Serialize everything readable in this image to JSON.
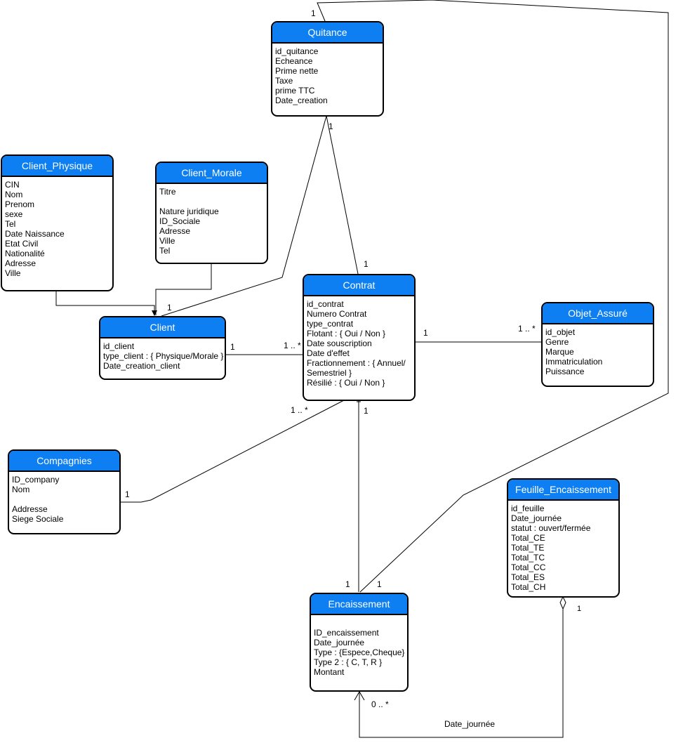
{
  "entities": {
    "quitance": {
      "title": "Quitance",
      "attrs": [
        "id_quitance",
        "Echeance",
        "Prime nette",
        "Taxe",
        "prime TTC",
        "Date_creation"
      ]
    },
    "client_physique": {
      "title": "Client_Physique",
      "attrs": [
        "CIN",
        "Nom",
        "Prenom",
        "sexe",
        "Tel",
        "Date Naissance",
        "Etat Civil",
        "Nationalité",
        "Adresse",
        "Ville"
      ]
    },
    "client_morale": {
      "title": "Client_Morale",
      "attrs": [
        "Titre",
        "",
        "Nature juridique",
        "ID_Sociale",
        "Adresse",
        "Ville",
        "Tel"
      ]
    },
    "contrat": {
      "title": "Contrat",
      "attrs": [
        "id_contrat",
        "Numero Contrat",
        "type_contrat",
        "Flotant : { Oui / Non }",
        "Date souscription",
        "Date d'effet",
        "Fractionnement : { Annuel/",
        "Semestriel }",
        "Résilié : { Oui / Non }"
      ]
    },
    "client": {
      "title": "Client",
      "attrs": [
        "id_client",
        "type_client : { Physique/Morale }",
        "Date_creation_client"
      ]
    },
    "objet_assure": {
      "title": "Objet_Assuré",
      "attrs": [
        "id_objet",
        "Genre",
        "Marque",
        "Immatriculation",
        "Puissance"
      ]
    },
    "compagnies": {
      "title": "Compagnies",
      "attrs": [
        "ID_company",
        "Nom",
        "",
        "Addresse",
        "Siege Sociale"
      ]
    },
    "feuille_encaissement": {
      "title": "Feuille_Encaissement",
      "attrs": [
        "id_feuille",
        "Date_journée",
        "statut : ouvert/fermée",
        "Total_CE",
        "Total_TE",
        "Total_TC",
        "Total_CC",
        "Total_ES",
        "Total_CH"
      ]
    },
    "encaissement": {
      "title": "Encaissement",
      "attrs": [
        "ID_encaissement",
        "Date_journée",
        "Type : {Espece,Cheque}",
        "Type 2 : { C, T, R }",
        "Montant"
      ]
    }
  },
  "labels": {
    "quitance_top": "1",
    "quitance_bottom": "1",
    "contrat_top": "1",
    "client_top": "1",
    "client_right": "1",
    "contrat_left": "1 .. *",
    "contrat_right": "1",
    "objet_left": "1 .. *",
    "contrat_lower_left": "1 .. *",
    "contrat_bottom": "1",
    "compagnies_right": "1",
    "enc_top_left": "1",
    "enc_top_right": "1",
    "feuille_bottom": "1",
    "enc_bottom": "0 .. *",
    "date_journee": "Date_journée"
  },
  "colors": {
    "header": "#0d7ff2",
    "line": "#000000"
  }
}
